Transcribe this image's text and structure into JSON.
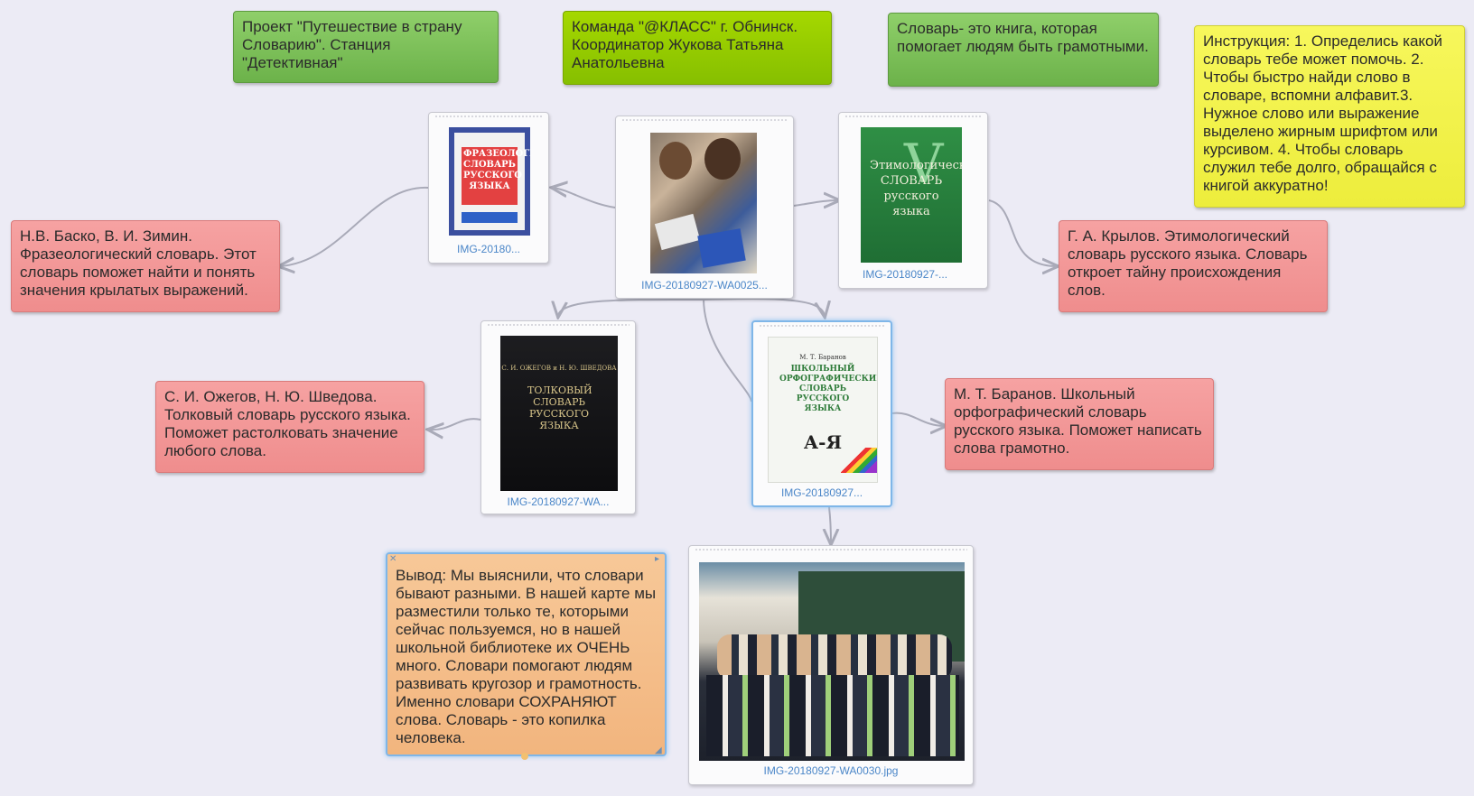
{
  "notes": {
    "project": "Проект \"Путешествие в страну Словарию\". Станция \"Детективная\"",
    "team": "Команда \"@КЛАСС\" г. Обнинск. Координатор Жукова Татьяна Анатольевна",
    "definition": "Словарь- это книга, которая помогает людям быть грамотными.",
    "instruction": "Инструкция: 1. Определись какой словарь тебе может помочь. 2. Чтобы быстро найди слово в словаре, вспомни алфавит.3. Нужное слово или выражение выделено жирным шрифтом или курсивом. 4. Чтобы словарь служил тебе долго, обращайся с книгой аккуратно!",
    "basko": "Н.В. Баско, В. И. Зимин. Фразеологический словарь. Этот словарь поможет найти и понять значения крылатых выражений.",
    "krylov": "Г. А. Крылов. Этимологический словарь русского языка. Словарь откроет тайну происхождения слов.",
    "ozhegov": "С. И. Ожегов, Н. Ю. Шведова. Толковый словарь русского языка. Поможет растолковать значение любого слова.",
    "baranov": "М. Т. Баранов. Школьный орфографический словарь русского языка. Поможет написать слова грамотно.",
    "conclusion": "Вывод: Мы выяснили, что словари бывают разными. В нашей карте мы разместили только те, которыми сейчас пользуемся, но в нашей школьной библиотеке их ОЧЕНЬ много. Словари помогают людям развивать кругозор и грамотность. Именно словари СОХРАНЯЮТ слова. Словарь - это копилка человека."
  },
  "images": {
    "center": "IMG-20180927-WA0025...",
    "phraseological": "IMG-20180...",
    "etymological": "IMG-20180927-...",
    "explanatory": "IMG-20180927-WA...",
    "orthographic": "IMG-20180927...",
    "class_photo": "IMG-20180927-WA0030.jpg"
  },
  "book_titles": {
    "phraseological": "ФРАЗЕОЛОГИЧЕСКИЙ СЛОВАРЬ РУССКОГО ЯЗЫКА",
    "etymological": "Этимологический СЛОВАРЬ русского языка",
    "explanatory_authors": "С. И. ОЖЕГОВ и Н. Ю. ШВЕДОВА",
    "explanatory": "ТОЛКОВЫЙ СЛОВАРЬ РУССКОГО ЯЗЫКА",
    "orthographic_author": "М. Т. Баранов",
    "orthographic": "ШКОЛЬНЫЙ ОРФОГРАФИЧЕСКИЙ СЛОВАРЬ РУССКОГО ЯЗЫКА",
    "orthographic_mark": "А-Я"
  },
  "colors": {
    "background": "#ecebf5",
    "green_note": "#79bd55",
    "lime_note": "#93c900",
    "red_note": "#f29595",
    "yellow_note": "#f2f24a",
    "orange_note": "#f4bd88",
    "link": "#a9aab8",
    "caption": "#4a86c8"
  }
}
